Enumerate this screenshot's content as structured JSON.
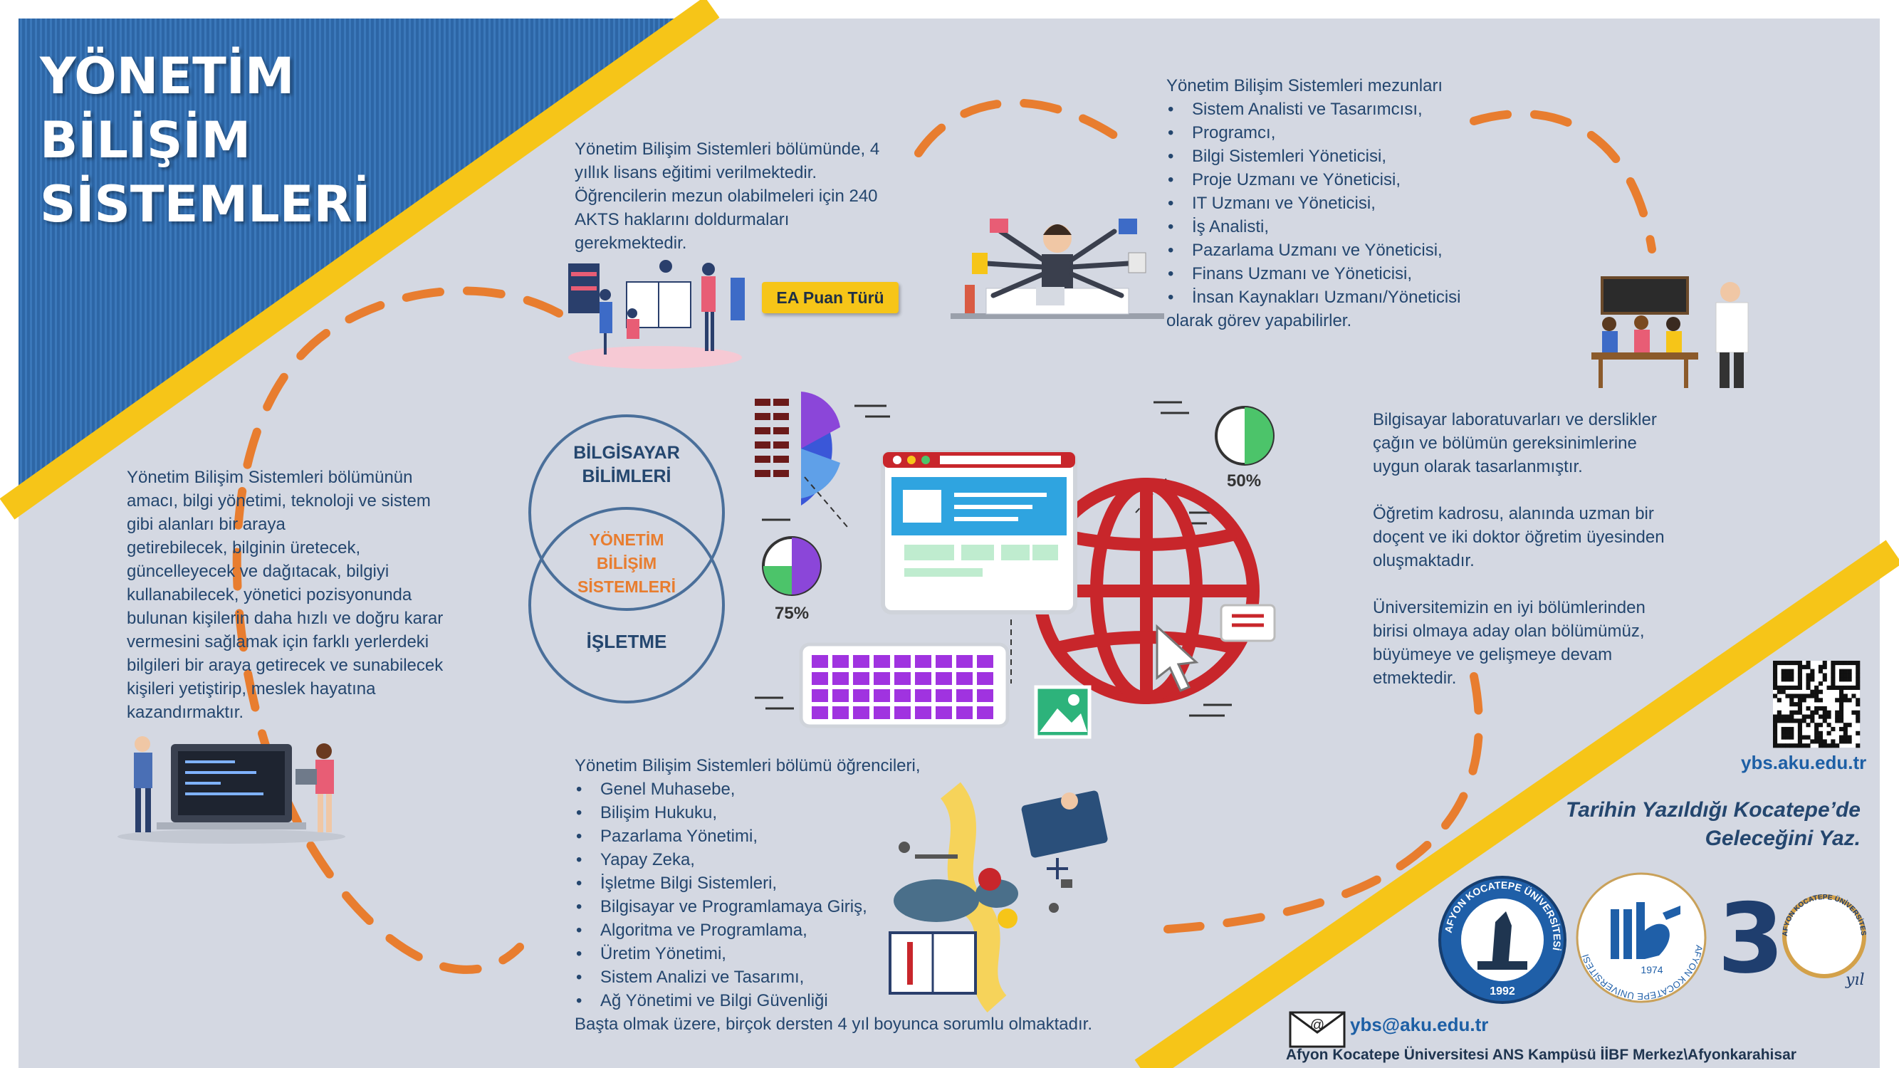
{
  "title": {
    "line1": "YÖNETİM",
    "line2": "BİLİŞİM",
    "line3": "SİSTEMLERİ"
  },
  "intro": {
    "p1": "Yönetim Bilişim Sistemleri bölümünde, 4",
    "p2": "yıllık lisans eğitimi verilmektedir.",
    "p3": "Öğrencilerin mezun olabilmeleri için 240",
    "p4": "AKTS haklarını doldurmaları",
    "p5": "gerekmektedir."
  },
  "ea_badge": "EA Puan Türü",
  "graduates": {
    "heading": "Yönetim Bilişim Sistemleri mezunları",
    "items": [
      "Sistem Analisti ve Tasarımcısı,",
      "Programcı,",
      "Bilgi Sistemleri Yöneticisi,",
      "Proje Uzmanı ve Yöneticisi,",
      "IT Uzmanı ve Yöneticisi,",
      "İş Analisti,",
      "Pazarlama Uzmanı ve Yöneticisi,",
      "Finans Uzmanı ve Yöneticisi,",
      "İnsan Kaynakları Uzmanı/Yöneticisi"
    ],
    "footer": "olarak görev yapabilirler."
  },
  "aim": {
    "l1": "Yönetim Bilişim Sistemleri bölümünün",
    "l2": "amacı, bilgi yönetimi, teknoloji ve sistem",
    "l3": "gibi alanları bir araya",
    "l4": "getirebilecek, bilginin üretecek,",
    "l5": "güncelleyecek ve dağıtacak, bilgiyi",
    "l6": "kullanabilecek, yönetici pozisyonunda",
    "l7": "bulunan kişilerin daha hızlı ve doğru karar",
    "l8": "vermesini sağlamak için farklı yerlerdeki",
    "l9": "bilgileri bir araya getirecek ve sunabilecek",
    "l10": "kişileri yetiştirip, meslek hayatına",
    "l11": "kazandırmaktır."
  },
  "venn": {
    "top_l1": "BİLGİSAYAR",
    "top_l2": "BİLİMLERİ",
    "mid_l1": "YÖNETİM",
    "mid_l2": "BİLİŞİM",
    "mid_l3": "SİSTEMLERİ",
    "bottom": "İŞLETME"
  },
  "stats": {
    "pct_right": "50%",
    "pct_left": "75%",
    "right_fill": 0.5,
    "left_fill": 0.75
  },
  "facilities": {
    "a1": "Bilgisayar laboratuvarları ve derslikler",
    "a2": "çağın  ve bölümün gereksinimlerine",
    "a3": "uygun olarak tasarlanmıştır.",
    "b1": "Öğretim kadrosu, alanında uzman bir",
    "b2": "doçent ve iki doktor öğretim üyesinden",
    "b3": "oluşmaktadır.",
    "c1": "Üniversitemizin en iyi bölümlerinden",
    "c2": "birisi olmaya aday olan bölümümüz,",
    "c3": "büyümeye  ve gelişmeye devam",
    "c4": "etmektedir."
  },
  "courses": {
    "heading": "Yönetim Bilişim Sistemleri bölümü öğrencileri,",
    "items": [
      "Genel Muhasebe,",
      "Bilişim Hukuku,",
      "Pazarlama Yönetimi,",
      "Yapay Zeka,",
      "İşletme Bilgi Sistemleri,",
      "Bilgisayar ve Programlamaya Giriş,",
      "Algoritma ve Programlama,",
      "Üretim Yönetimi,",
      "Sistem Analizi ve Tasarımı,",
      "Ağ Yönetimi ve Bilgi Güvenliği"
    ],
    "footer": "Başta olmak üzere, birçok dersten 4 yıl boyunca sorumlu olmaktadır."
  },
  "url": "ybs.aku.edu.tr",
  "motto": {
    "l1": "Tarihin Yazıldığı Kocatepe’de",
    "l2": "Geleceğini Yaz."
  },
  "email": "ybs@aku.edu.tr",
  "address": "Afyon Kocatepe Üniversitesi ANS Kampüsü İİBF Merkez\\Afyonkarahisar",
  "logos": {
    "aku_ring": "AFYON KOCATEPE ÜNİVERSİTESİ",
    "aku_year": "1992",
    "iibf_ring": "AFYON KOCATEPE ÜNİVERSİTESİ",
    "iibf_year": "1974",
    "anniv_number": "30",
    "anniv_unit": "yıl",
    "anniv_ring": "AFYON KOCATEPE ÜNİVERSİTESİ"
  },
  "colors": {
    "panel": "#d4d8e2",
    "navy": "#24466e",
    "blue_band": "#2d66a6",
    "yellow": "#f6c518",
    "orange": "#e87d2f",
    "red": "#c8262b"
  },
  "icons": [
    "qr-code-icon",
    "envelope-icon",
    "globe-icon",
    "monitor-icon",
    "keyboard-icon",
    "image-icon",
    "cursor-icon",
    "message-icon"
  ]
}
